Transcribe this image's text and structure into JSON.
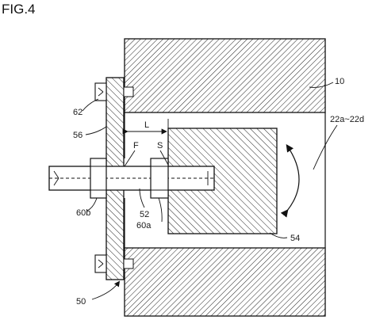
{
  "figure_title": "FIG.4",
  "labels": {
    "housing": "10",
    "member_range": "22a~22d",
    "plate_screw": "62",
    "plate": "56",
    "dimension": "L",
    "point_f": "F",
    "point_s": "S",
    "nut_left": "60b",
    "shaft": "52",
    "nut_right": "60a",
    "block": "54",
    "assembly": "50"
  }
}
